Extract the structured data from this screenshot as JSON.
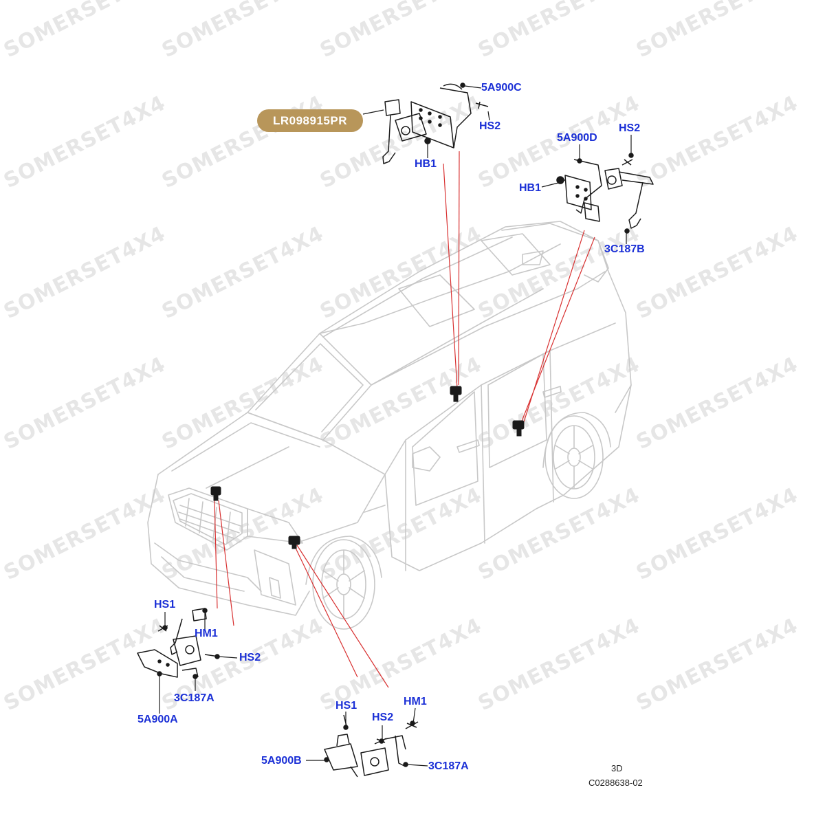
{
  "watermark": {
    "text": "SOMERSET4X4"
  },
  "part_badge": {
    "text": "LR098915PR",
    "color": "#b8965a"
  },
  "callouts": {
    "c_5a900c": "5A900C",
    "c_hs2_top": "HS2",
    "c_hb1_top": "HB1",
    "c_5a900d": "5A900D",
    "c_hs2_right": "HS2",
    "c_hb1_right": "HB1",
    "c_3c187b": "3C187B",
    "c_hs1_left": "HS1",
    "c_hm1_left": "HM1",
    "c_hs2_left": "HS2",
    "c_3c187a_left": "3C187A",
    "c_5a900a": "5A900A",
    "c_hs1_bottom": "HS1",
    "c_hs2_bottom": "HS2",
    "c_hm1_bottom": "HM1",
    "c_5a900b": "5A900B",
    "c_3c187a_bottom": "3C187A"
  },
  "diagram_meta": {
    "view": "3D",
    "ref": "C0288638-02"
  },
  "colors": {
    "callout": "#1a2fd6",
    "leader_red": "#d83030",
    "line_art": "#c8c8c8",
    "parts": "#1a1a1a"
  }
}
